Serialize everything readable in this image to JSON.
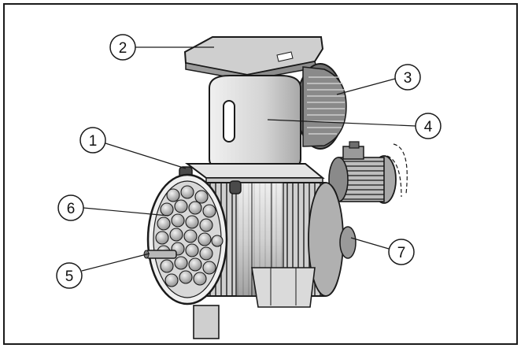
{
  "diagram": {
    "callouts": [
      {
        "id": "1",
        "label": "1"
      },
      {
        "id": "2",
        "label": "2"
      },
      {
        "id": "3",
        "label": "3"
      },
      {
        "id": "4",
        "label": "4"
      },
      {
        "id": "5",
        "label": "5"
      },
      {
        "id": "6",
        "label": "6"
      },
      {
        "id": "7",
        "label": "7"
      }
    ]
  },
  "colors": {
    "line": "#1a1a1a",
    "light_fill": "#e6e6e6",
    "mid_fill": "#b4b4b4",
    "dark_fill": "#6e6e6e"
  }
}
